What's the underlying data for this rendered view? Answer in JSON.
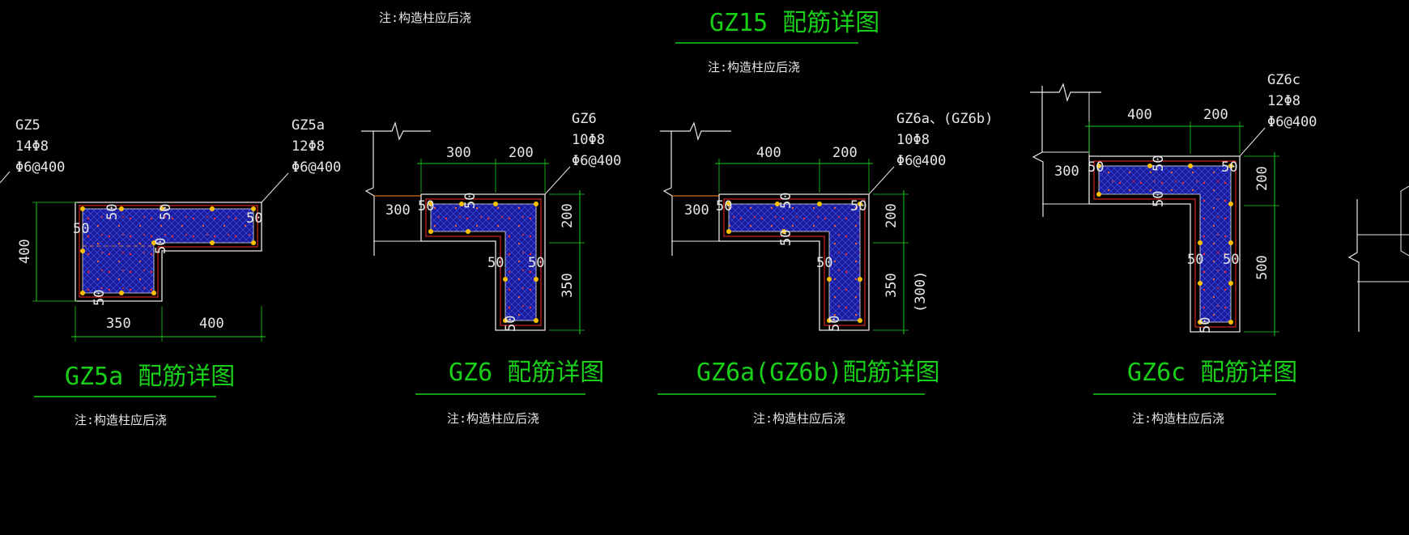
{
  "notes": {
    "top_left": "注:构造柱应后浇",
    "top_center": "注:构造柱应后浇",
    "gz5a": "注:构造柱应后浇",
    "gz6": "注:构造柱应后浇",
    "gz6a": "注:构造柱应后浇",
    "gz6c": "注:构造柱应后浇"
  },
  "titles": {
    "gz15": "GZ15 配筋详图",
    "gz5a": "GZ5a 配筋详图",
    "gz6": "GZ6 配筋详图",
    "gz6a": "GZ6a(GZ6b)配筋详图",
    "gz6c": "GZ6c 配筋详图"
  },
  "callouts": {
    "gz5": {
      "name": "GZ5",
      "bars": "14Φ8",
      "stirrup": "Φ6@400"
    },
    "gz5a": {
      "name": "GZ5a",
      "bars": "12Φ8",
      "stirrup": "Φ6@400"
    },
    "gz6": {
      "name": "GZ6",
      "bars": "10Φ8",
      "stirrup": "Φ6@400"
    },
    "gz6a": {
      "name": "GZ6a、(GZ6b)",
      "bars": "10Φ8",
      "stirrup": "Φ6@400"
    },
    "gz6c": {
      "name": "GZ6c",
      "bars": "12Φ8",
      "stirrup": "Φ6@400"
    }
  },
  "dims": {
    "gz5a": {
      "height": "400",
      "bottom_left": "350",
      "bottom_right": "400",
      "c50": "50"
    },
    "gz6": {
      "top_left": "300",
      "top_right": "200",
      "side_top": "200",
      "side_bottom": "350",
      "wall": "300",
      "c50": "50"
    },
    "gz6a": {
      "top_left": "400",
      "top_right": "200",
      "side_top": "200",
      "side_bottom": "350",
      "side_alt": "(300)",
      "wall": "300",
      "c50": "50"
    },
    "gz6c": {
      "top_left": "400",
      "top_right": "200",
      "side_top": "200",
      "side_bottom": "500",
      "wall": "300",
      "c50": "50"
    }
  },
  "colors": {
    "background": "#000000",
    "title": "#19d019",
    "dimension": "#19d019",
    "concrete_fill": "#1a1a9a",
    "outline": "#e8e8e8",
    "rebar": "#ffc000",
    "accent_red": "#ff2a2a"
  }
}
